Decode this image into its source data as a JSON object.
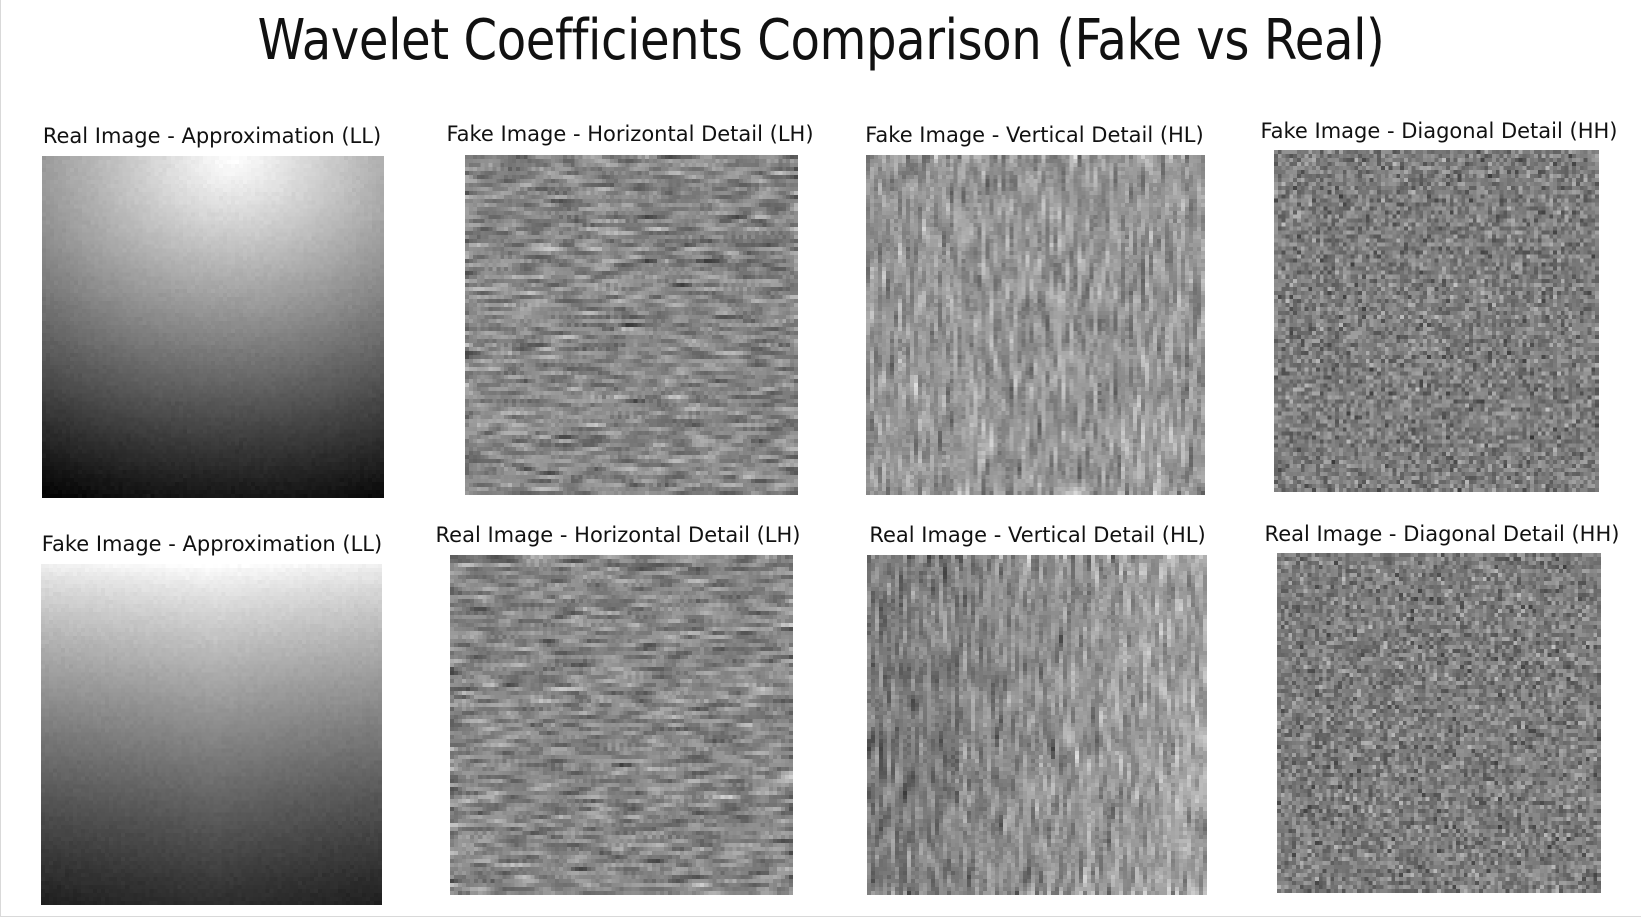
{
  "figure": {
    "title": "Wavelet Coefficients Comparison (Fake vs Real)",
    "panels": [
      {
        "title": "Real Image - Approximation (LL)",
        "type": "approx",
        "seed": 11
      },
      {
        "title": "Fake Image - Horizontal Detail (LH)",
        "type": "horizontal",
        "seed": 23
      },
      {
        "title": "Fake Image - Vertical Detail (HL)",
        "type": "vertical",
        "seed": 37
      },
      {
        "title": "Fake Image - Diagonal Detail (HH)",
        "type": "diagonal",
        "seed": 41
      },
      {
        "title": "Fake Image - Approximation (LL)",
        "type": "approx2",
        "seed": 53
      },
      {
        "title": "Real Image - Horizontal Detail (LH)",
        "type": "horizontal",
        "seed": 67
      },
      {
        "title": "Real Image - Vertical Detail (HL)",
        "type": "vertical2",
        "seed": 71
      },
      {
        "title": "Real Image - Diagonal Detail (HH)",
        "type": "diagonal",
        "seed": 89
      }
    ]
  }
}
